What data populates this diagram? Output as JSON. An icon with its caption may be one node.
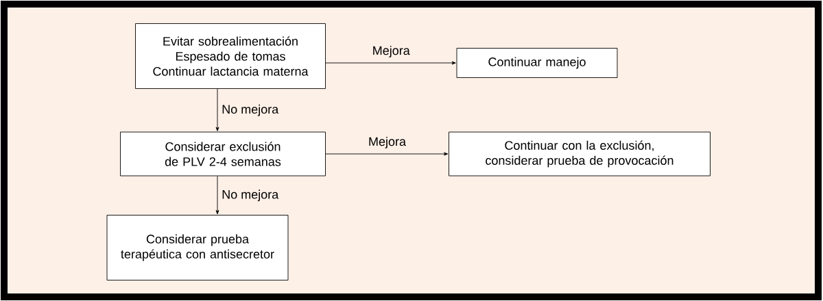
{
  "diagram": {
    "nodes": [
      {
        "text": [
          "Evitar sobrealimentación",
          "Espesado de tomas",
          "Continuar lactancia materna"
        ]
      },
      {
        "text": [
          "Continuar manejo"
        ]
      },
      {
        "text": [
          "Considerar exclusión de PLV 2-4 semanas"
        ]
      },
      {
        "text": [
          "Continuar con la exclusión, considerar prueba de provocación"
        ]
      },
      {
        "text": [
          "Considerar prueba terapéutica con antisecretor"
        ]
      }
    ],
    "edges": [
      {
        "from": 0,
        "to": 1,
        "arrow": "to",
        "label": "Mejora"
      },
      {
        "from": 0,
        "to": 2,
        "arrow": "to",
        "label": "No mejora"
      },
      {
        "from": 2,
        "to": 3,
        "arrow": "to",
        "label": "Mejora"
      },
      {
        "from": 2,
        "to": 4,
        "arrow": "to",
        "label": "No mejora"
      }
    ]
  }
}
